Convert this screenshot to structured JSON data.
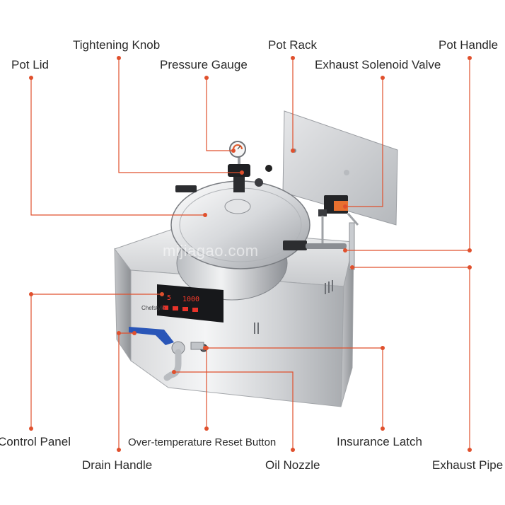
{
  "watermark": "mijiagao.com",
  "brand_text": "Chefstyle",
  "display_readouts": [
    "5",
    "1000"
  ],
  "accent_color": "#e0502d",
  "labels": {
    "tightening_knob": "Tightening Knob",
    "pot_rack": "Pot Rack",
    "pot_handle": "Pot Handle",
    "pot_lid": "Pot Lid",
    "pressure_gauge": "Pressure Gauge",
    "exhaust_solenoid_valve": "Exhaust Solenoid Valve",
    "control_panel": "Control Panel",
    "over_temperature_reset_button": "Over-temperature Reset Button",
    "insurance_latch": "Insurance Latch",
    "drain_handle": "Drain Handle",
    "oil_nozzle": "Oil Nozzle",
    "exhaust_pipe": "Exhaust Pipe"
  }
}
